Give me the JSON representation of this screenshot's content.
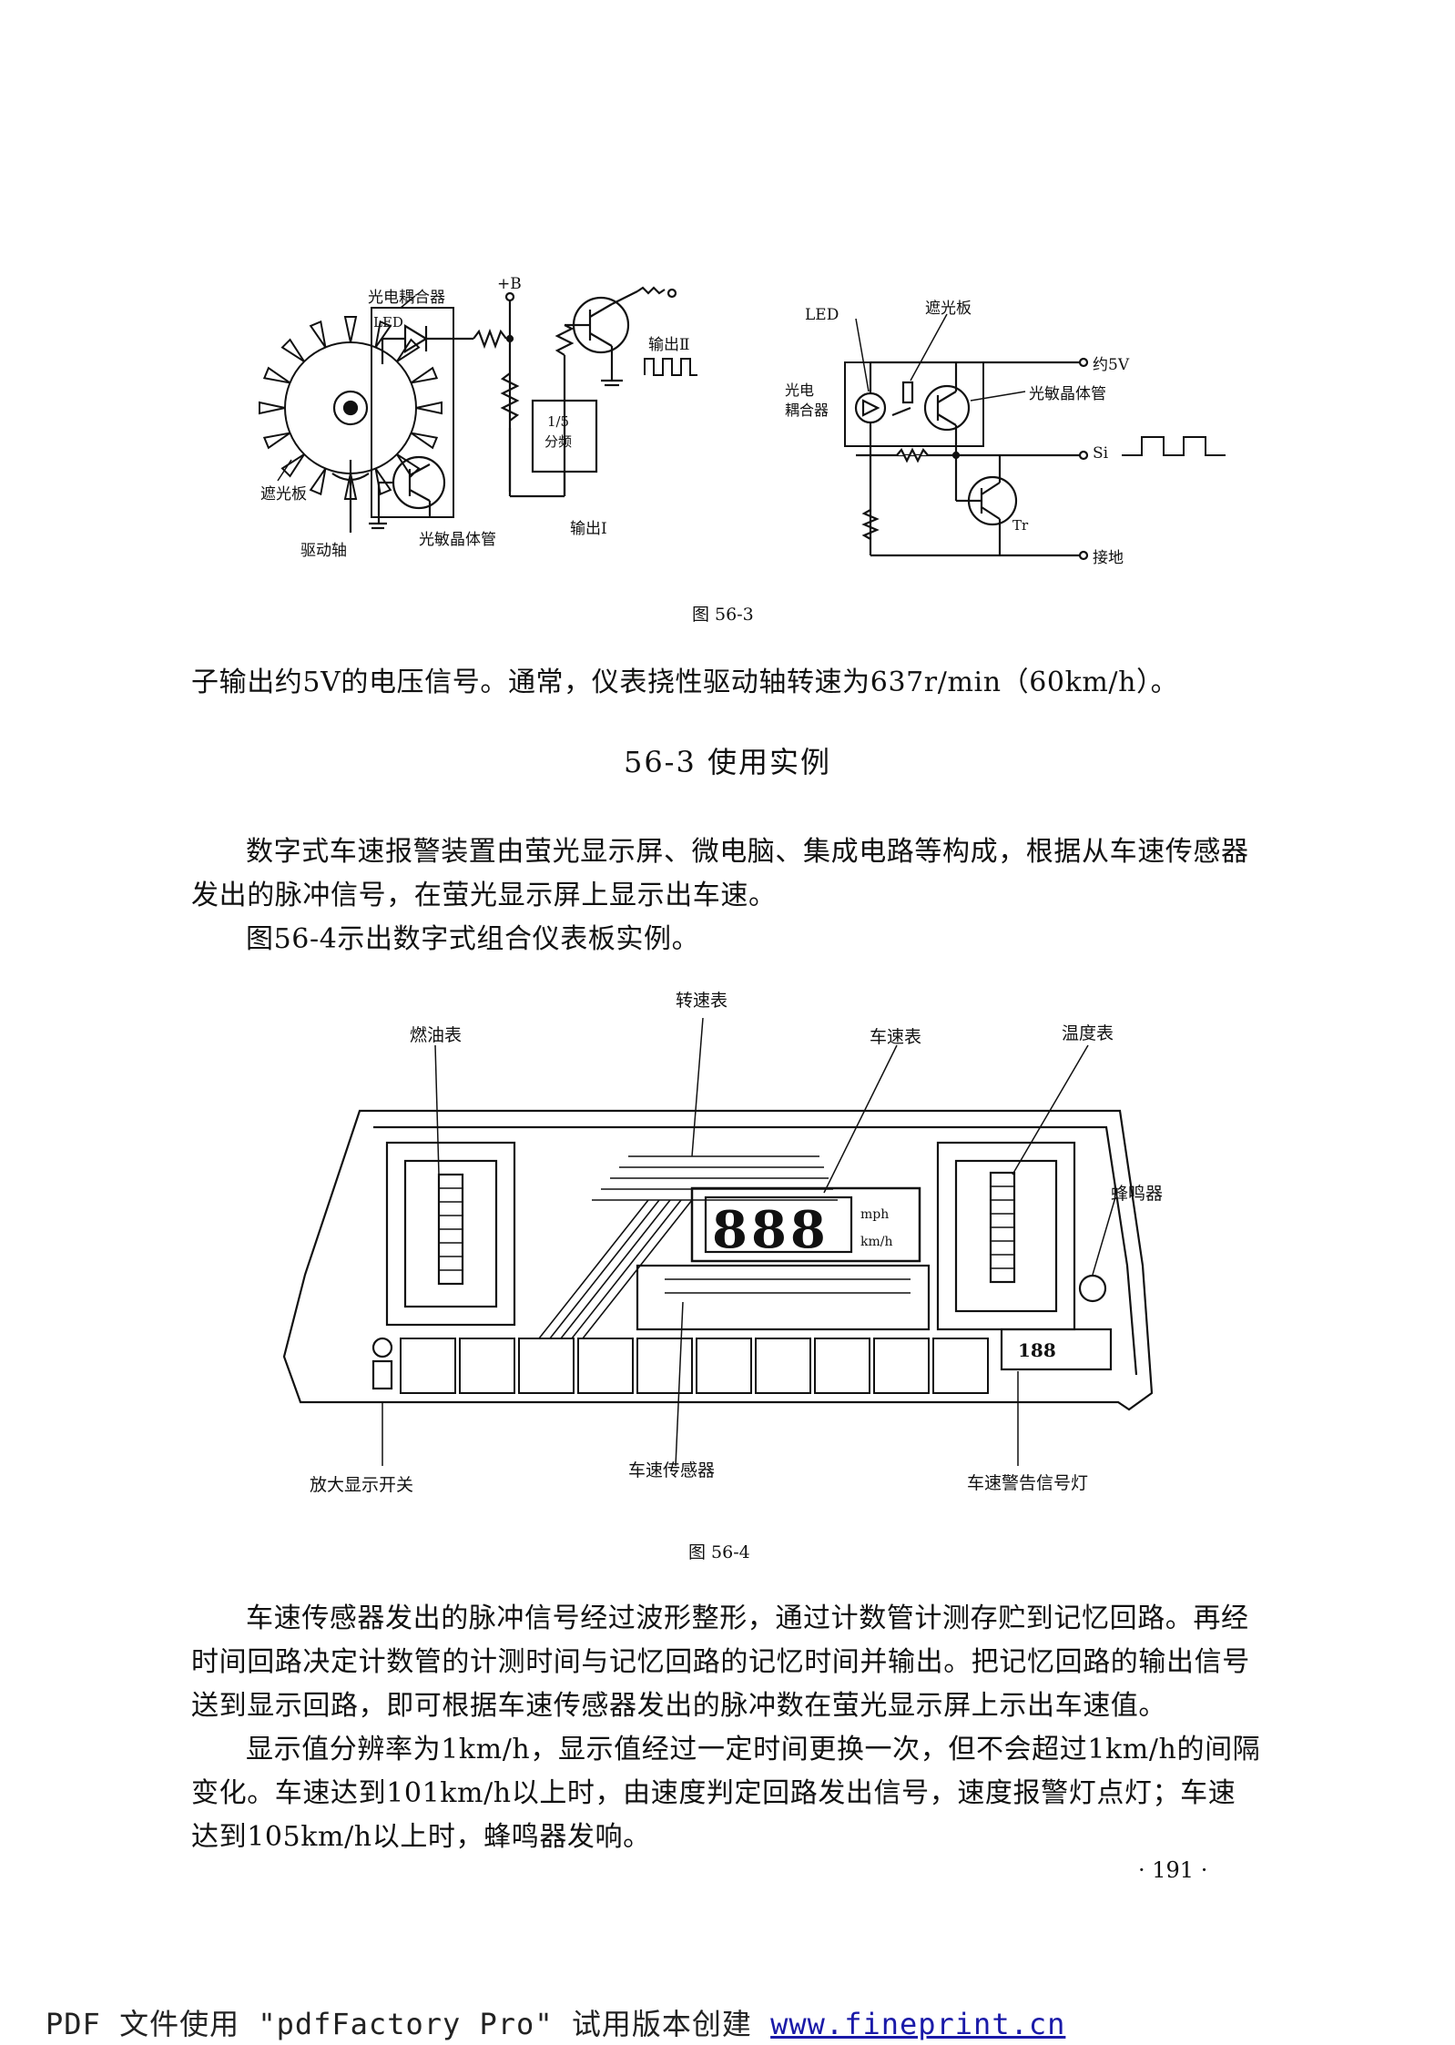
{
  "figure_563": {
    "left": {
      "label_coupler": "光电耦合器",
      "label_led": "LED",
      "label_b": "+B",
      "label_out2": "输出Ⅱ",
      "label_divider": "1/5\n分频",
      "label_shield": "遮光板",
      "label_shaft": "驱动轴",
      "label_transistor": "光敏晶体管",
      "label_out1": "输出Ⅰ"
    },
    "right": {
      "label_led": "LED",
      "label_shield": "遮光板",
      "label_5v": "约5V",
      "label_coupler": "光电\n耦合器",
      "label_transistor": "光敏晶体管",
      "label_si": "Si",
      "label_tr": "Tr",
      "label_ground": "接地"
    },
    "caption": "图 56-3"
  },
  "paragraph_1": "子输出约5V的电压信号。通常，仪表挠性驱动轴转速为637r/min（60km/h）。",
  "section_heading": "56-3  使用实例",
  "paragraph_2": "数字式车速报警装置由萤光显示屏、微电脑、集成电路等构成，根据从车速传感器发出的脉冲信号，在萤光显示屏上显示出车速。",
  "paragraph_3": "图56-4示出数字式组合仪表板实例。",
  "figure_564": {
    "label_tach": "转速表",
    "label_fuel": "燃油表",
    "label_speedo": "车速表",
    "label_temp": "温度表",
    "label_buzzer": "蜂鸣器",
    "label_zoom_switch": "放大显示开关",
    "label_speed_sensor": "车速传感器",
    "label_warning_lamp": "车速警告信号灯",
    "display_digits": "888",
    "unit_mph": "mph",
    "unit_kmh": "km/h",
    "small_display": "188",
    "caption": "图 56-4"
  },
  "paragraph_4": "车速传感器发出的脉冲信号经过波形整形，通过计数管计测存贮到记忆回路。再经时间回路决定计数管的计测时间与记忆回路的记忆时间并输出。把记忆回路的输出信号送到显示回路，即可根据车速传感器发出的脉冲数在萤光显示屏上示出车速值。",
  "paragraph_5": "显示值分辨率为1km/h，显示值经过一定时间更换一次，但不会超过1km/h的间隔变化。车速达到101km/h以上时，由速度判定回路发出信号，速度报警灯点灯；车速达到105km/h以上时，蜂鸣器发响。",
  "page_number": "· 191 ·",
  "footer": {
    "prefix": "PDF 文件使用 \"pdfFactory Pro\" 试用版本创建 ",
    "link": "www.fineprint.cn"
  }
}
